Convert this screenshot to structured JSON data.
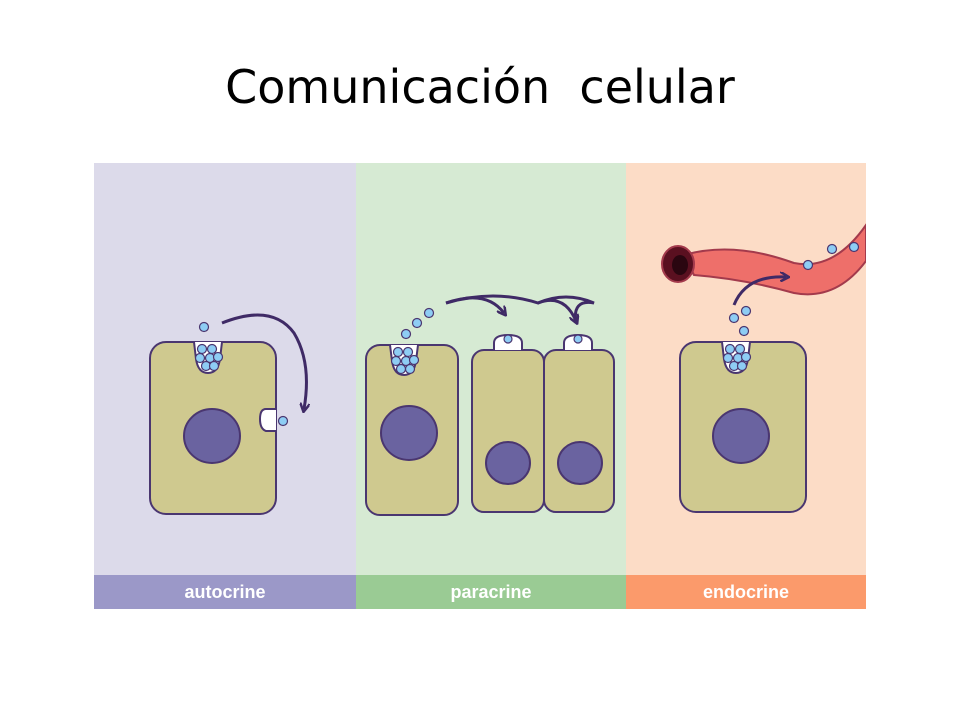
{
  "slide": {
    "title": "Comunicación  celular"
  },
  "panels": [
    {
      "id": "autocrine",
      "label": "autocrine",
      "bg": "#dcdaea",
      "bar": "#9b98c8"
    },
    {
      "id": "paracrine",
      "label": "paracrine",
      "bg": "#d6ead3",
      "bar": "#9acb94"
    },
    {
      "id": "endocrine",
      "label": "endocrine",
      "bg": "#fcdcc6",
      "bar": "#fb9a6b"
    }
  ],
  "colors": {
    "cell_fill": "#cfc98f",
    "cell_stroke": "#4a3670",
    "nucleus": "#6a63a0",
    "molecule": "#8ecdf4",
    "arrow": "#3f2a66",
    "vessel": "#ee6f6a",
    "vessel_dark": "#5a1020"
  }
}
